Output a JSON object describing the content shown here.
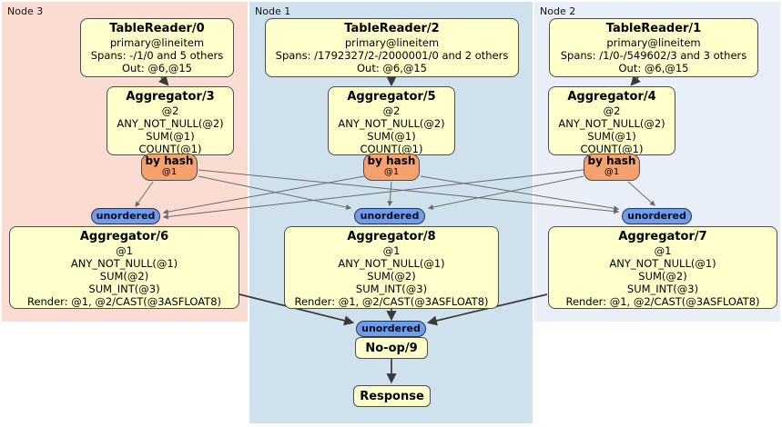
{
  "colors": {
    "node3_bg": "#fbdcd2",
    "node1_bg": "#cfe1ed",
    "node2_bg": "#e9eff9",
    "processor_bg": "#ffffcc",
    "router_bg": "#f7a26e",
    "stream_bg": "#6f9ded",
    "border": "#4d4d4d"
  },
  "regions": {
    "node3": {
      "label": "Node 3"
    },
    "node1": {
      "label": "Node 1"
    },
    "node2": {
      "label": "Node 2"
    }
  },
  "processors": {
    "tablereader0": {
      "title": "TableReader/0",
      "lines": [
        "primary@lineitem",
        "Spans: -/1/0 and 5 others",
        "Out: @6,@15"
      ]
    },
    "tablereader2": {
      "title": "TableReader/2",
      "lines": [
        "primary@lineitem",
        "Spans: /1792327/2-/2000001/0 and 2 others",
        "Out: @6,@15"
      ]
    },
    "tablereader1": {
      "title": "TableReader/1",
      "lines": [
        "primary@lineitem",
        "Spans: /1/0-/549602/3 and 3 others",
        "Out: @6,@15"
      ]
    },
    "aggregator3": {
      "title": "Aggregator/3",
      "lines": [
        "@2",
        "ANY_NOT_NULL(@2)",
        "SUM(@1)",
        "COUNT(@1)"
      ]
    },
    "aggregator5": {
      "title": "Aggregator/5",
      "lines": [
        "@2",
        "ANY_NOT_NULL(@2)",
        "SUM(@1)",
        "COUNT(@1)"
      ]
    },
    "aggregator4": {
      "title": "Aggregator/4",
      "lines": [
        "@2",
        "ANY_NOT_NULL(@2)",
        "SUM(@1)",
        "COUNT(@1)"
      ]
    },
    "aggregator6": {
      "title": "Aggregator/6",
      "lines": [
        "@1",
        "ANY_NOT_NULL(@1)",
        "SUM(@2)",
        "SUM_INT(@3)",
        "Render: @1, @2/CAST(@3ASFLOAT8)"
      ]
    },
    "aggregator8": {
      "title": "Aggregator/8",
      "lines": [
        "@1",
        "ANY_NOT_NULL(@1)",
        "SUM(@2)",
        "SUM_INT(@3)",
        "Render: @1, @2/CAST(@3ASFLOAT8)"
      ]
    },
    "aggregator7": {
      "title": "Aggregator/7",
      "lines": [
        "@1",
        "ANY_NOT_NULL(@1)",
        "SUM(@2)",
        "SUM_INT(@3)",
        "Render: @1, @2/CAST(@3ASFLOAT8)"
      ]
    },
    "noop9": {
      "title": "No-op/9"
    },
    "response": {
      "title": "Response"
    }
  },
  "routers": {
    "byhash3": {
      "label": "by hash",
      "detail": "@1"
    },
    "byhash5": {
      "label": "by hash",
      "detail": "@1"
    },
    "byhash4": {
      "label": "by hash",
      "detail": "@1"
    }
  },
  "streams": {
    "unordered_left": {
      "label": "unordered"
    },
    "unordered_mid": {
      "label": "unordered"
    },
    "unordered_right": {
      "label": "unordered"
    },
    "unordered_bottom": {
      "label": "unordered"
    }
  }
}
